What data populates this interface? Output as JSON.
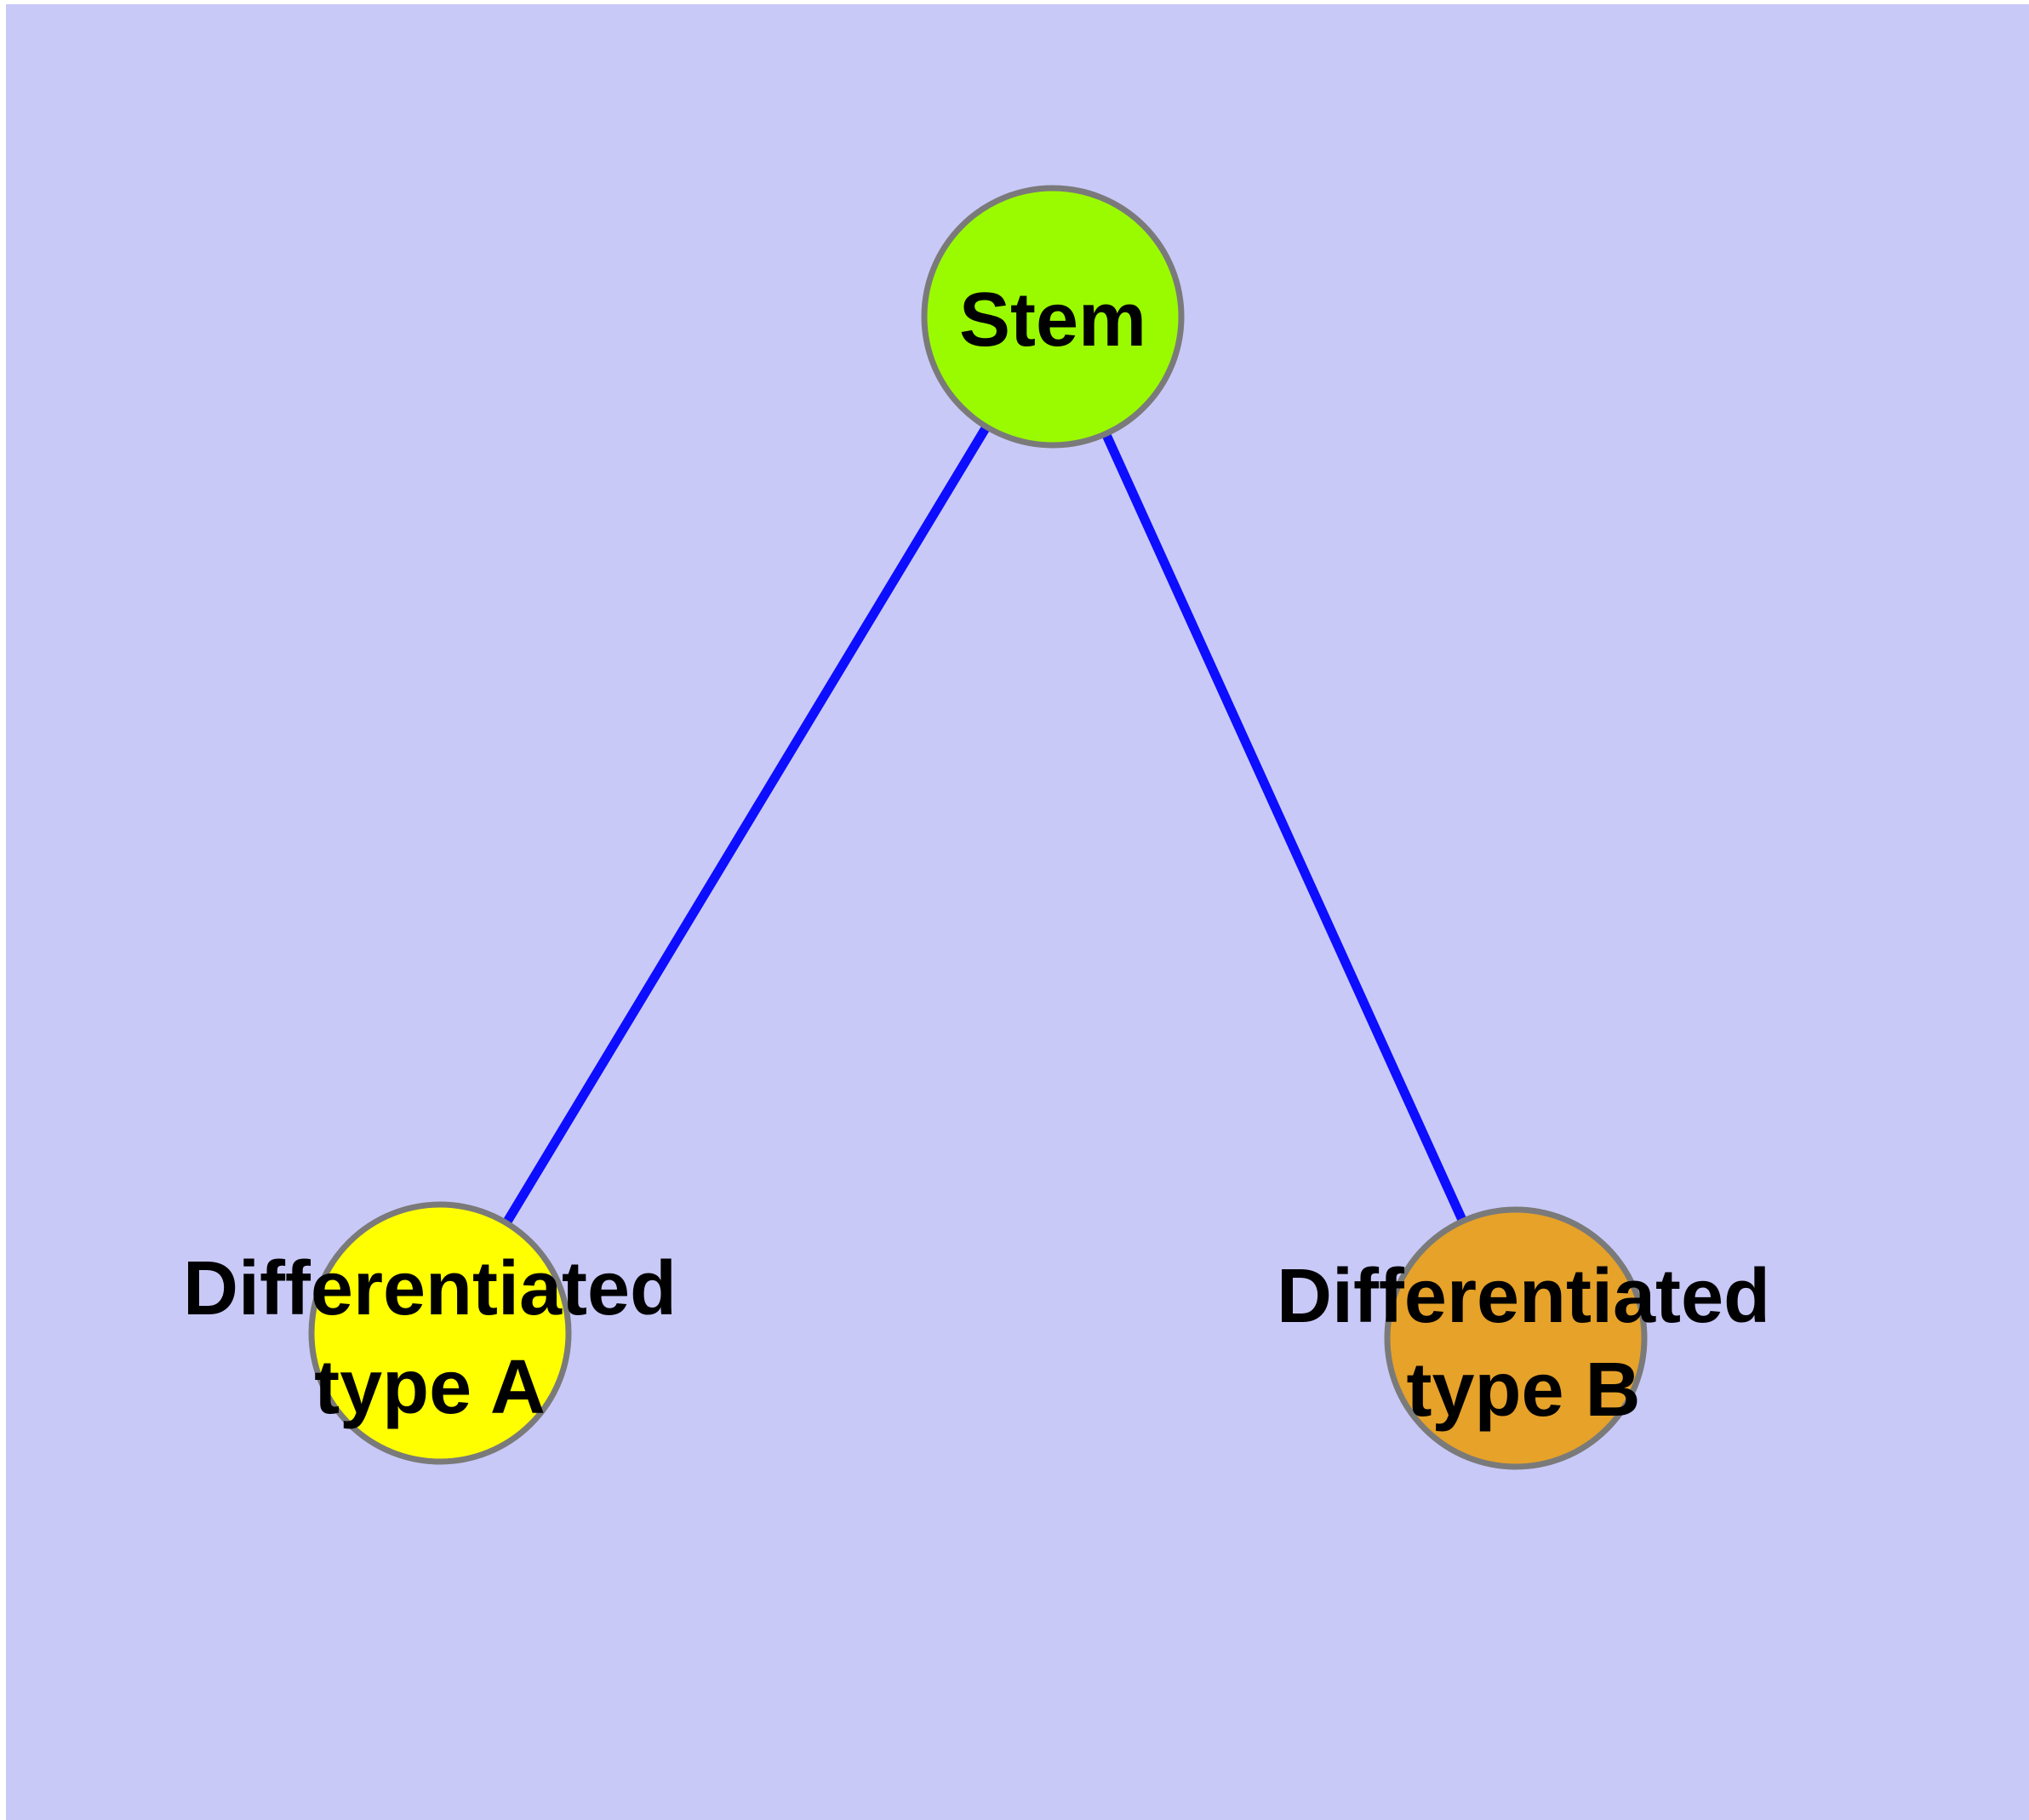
{
  "diagram": {
    "background_color": "#c9c9f8",
    "edge_color": "#0d0dff",
    "node_border_color": "#7a7a7a",
    "label_color": "#000000",
    "nodes": {
      "stem": {
        "label": "Stem",
        "color": "#9afb00"
      },
      "type_a": {
        "label_line1": "Differentiated",
        "label_line2": "type A",
        "color": "#ffff00"
      },
      "type_b": {
        "label_line1": "Differentiated",
        "label_line2": "type B",
        "color": "#e6a229"
      }
    },
    "edges": [
      {
        "from": "stem",
        "to": "type_a"
      },
      {
        "from": "stem",
        "to": "type_b"
      }
    ]
  }
}
